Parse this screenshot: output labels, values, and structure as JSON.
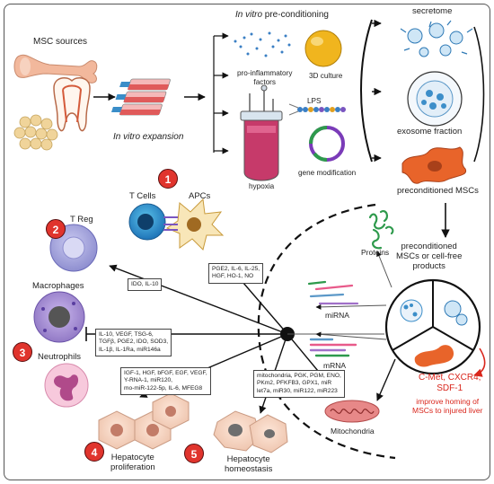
{
  "sources_label": "MSC sources",
  "expansion_label": "In vitro expansion",
  "preconditioning": {
    "title_italic": "In vitro",
    "title_rest": " pre-conditioning",
    "proinflammatory": "pro-inflammatory\nfactors",
    "culture3d": "3D culture",
    "lps": "LPS",
    "hypoxia": "hypoxia",
    "gene_mod": "gene modification"
  },
  "outputs": {
    "secretome": "secretome",
    "exosome": "exosome fraction",
    "preconditioned_mscs": "preconditioned MSCs",
    "products": "preconditioned\nMSCs or cell-free\nproducts"
  },
  "cells": {
    "t_cells": "T Cells",
    "apcs": "APCs",
    "t_reg": "T Reg",
    "macrophages": "Macrophages",
    "neutrophils": "Neutrophils",
    "hep_prolif": "Hepatocyte\nproliferation",
    "hep_homeo": "Hepatocyte\nhomeostasis"
  },
  "cargo": {
    "proteins": "Proteins",
    "mirna": "miRNA",
    "mrna": "mRNA",
    "mitochondria": "Mitochondria"
  },
  "homing": {
    "factors": "C-Met, CXCR4,\nSDF-1",
    "text": "improve homing of\nMSCs to injured liver"
  },
  "boxes": {
    "apc_factors": "PGE2, IL-6, IL-25,\nHGF, HO-1, NO",
    "treg_factors": "IDO, IL-10",
    "neutro_factors": "IL-10, VEGF, TSG-6,\nTGFβ, PGE2, IDO, SOD3,\nIL-1β, IL-1Ra, miR146a",
    "prolif_factors": "IGF-1, HGF, bFGF, EGF, VEGF,\nY-RNA-1, miR120,\nmo-miR-122-5p, IL-6, MFEG8",
    "homeo_factors": "mitochondria, PGK, PGM, ENO,\nPKm2, PFKFB3, GPX1, miR\nlet7a, miR30, miR122, miR223"
  },
  "badges": [
    "1",
    "2",
    "3",
    "4",
    "5"
  ],
  "colors": {
    "badge_red": "#e0342d",
    "homing_red": "#d9261c",
    "exosome_blue": "#3c8ec9",
    "msc_orange": "#e8642a",
    "protein_green": "#2e9a4c",
    "treg_purple": "#8f8fd0",
    "macrophage_purple": "#8d74c2",
    "neutrophil_pink": "#f0a6c4",
    "hepatocyte_peach": "#f6d6c4"
  }
}
